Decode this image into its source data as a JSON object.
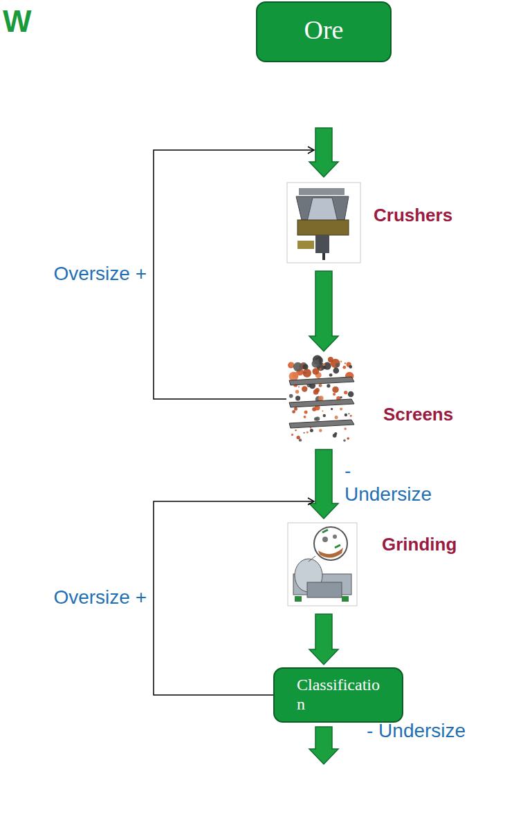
{
  "diagram": {
    "title": "W",
    "nodes": [
      {
        "text": [
          "Ore"
        ]
      },
      {
        "text": [
          "Crushers"
        ]
      },
      {
        "text": [
          "Screens"
        ]
      },
      {
        "text": [
          "Grinding"
        ]
      },
      {
        "text": [
          "Classificatio n"
        ]
      }
    ],
    "edges": [
      {
        "from": 0,
        "to": 1,
        "arrow": "to"
      },
      {
        "from": 1,
        "to": 2,
        "arrow": "to"
      },
      {
        "from": 2,
        "to": 1,
        "label": "Oversize +",
        "arrow": "to"
      },
      {
        "from": 2,
        "to": 3,
        "label": "- Undersize",
        "arrow": "to"
      },
      {
        "from": 3,
        "to": 4,
        "arrow": "to"
      },
      {
        "from": 4,
        "to": 3,
        "label": "Oversize +",
        "arrow": "to"
      }
    ],
    "labels": [
      "- Undersize"
    ]
  }
}
